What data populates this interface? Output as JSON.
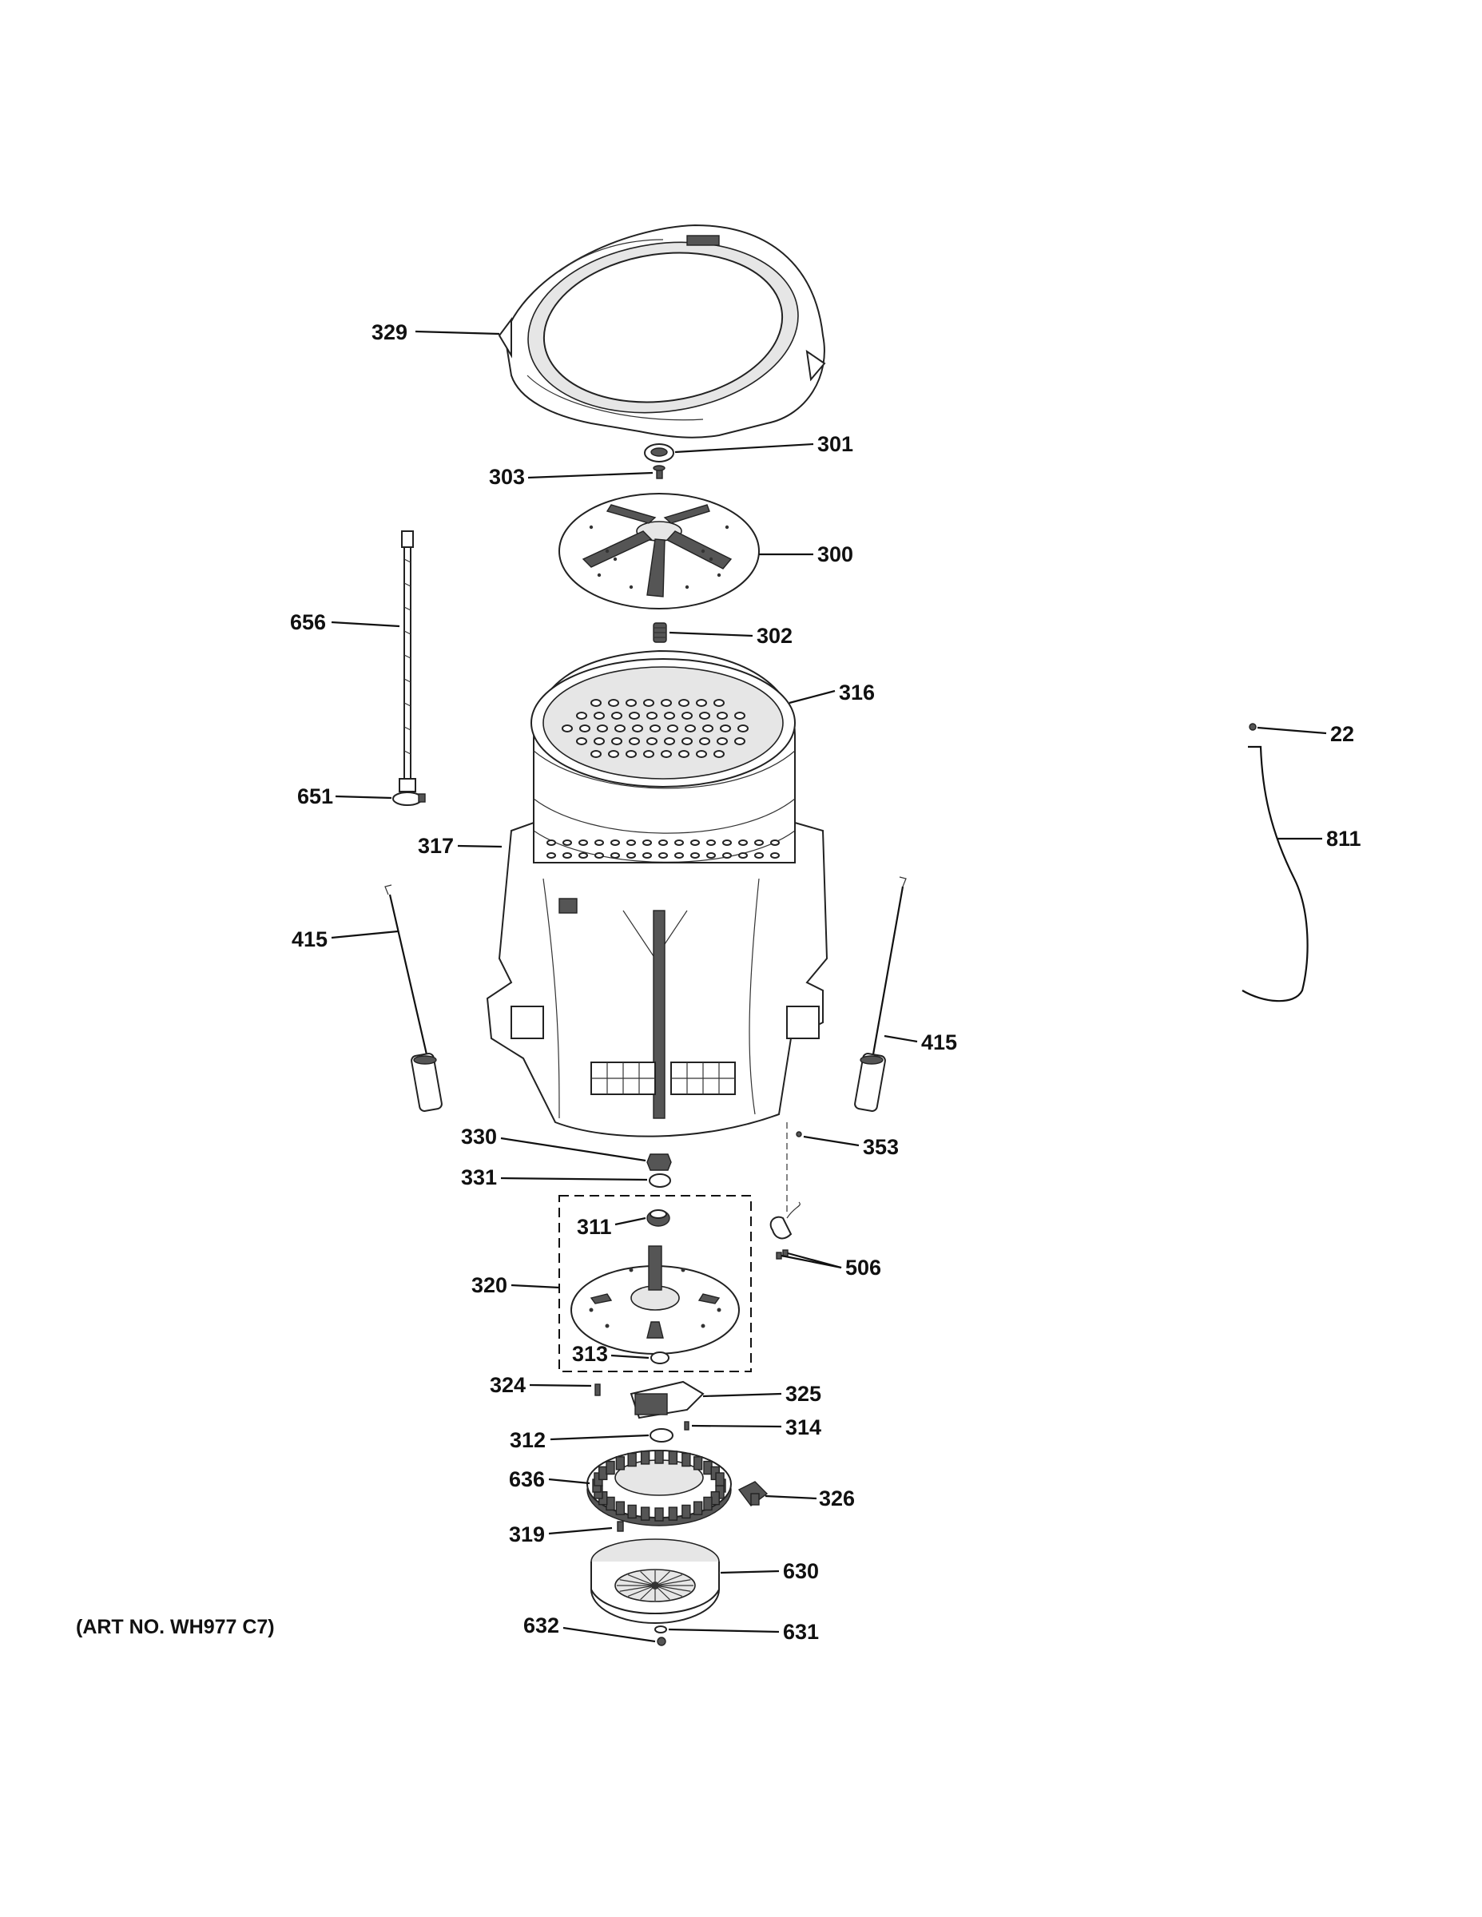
{
  "diagram": {
    "art_number": "(ART NO. WH977 C7)",
    "callouts": [
      {
        "id": "c329",
        "label": "329"
      },
      {
        "id": "c301",
        "label": "301"
      },
      {
        "id": "c303",
        "label": "303"
      },
      {
        "id": "c300",
        "label": "300"
      },
      {
        "id": "c656",
        "label": "656"
      },
      {
        "id": "c302",
        "label": "302"
      },
      {
        "id": "c316",
        "label": "316"
      },
      {
        "id": "c651",
        "label": "651"
      },
      {
        "id": "c22",
        "label": "22"
      },
      {
        "id": "c811",
        "label": "811"
      },
      {
        "id": "c317",
        "label": "317"
      },
      {
        "id": "c415a",
        "label": "415"
      },
      {
        "id": "c415b",
        "label": "415"
      },
      {
        "id": "c330",
        "label": "330"
      },
      {
        "id": "c331",
        "label": "331"
      },
      {
        "id": "c353",
        "label": "353"
      },
      {
        "id": "c311",
        "label": "311"
      },
      {
        "id": "c506",
        "label": "506"
      },
      {
        "id": "c320",
        "label": "320"
      },
      {
        "id": "c313",
        "label": "313"
      },
      {
        "id": "c324",
        "label": "324"
      },
      {
        "id": "c325",
        "label": "325"
      },
      {
        "id": "c312",
        "label": "312"
      },
      {
        "id": "c314",
        "label": "314"
      },
      {
        "id": "c636",
        "label": "636"
      },
      {
        "id": "c326",
        "label": "326"
      },
      {
        "id": "c319",
        "label": "319"
      },
      {
        "id": "c630",
        "label": "630"
      },
      {
        "id": "c632",
        "label": "632"
      },
      {
        "id": "c631",
        "label": "631"
      }
    ]
  }
}
